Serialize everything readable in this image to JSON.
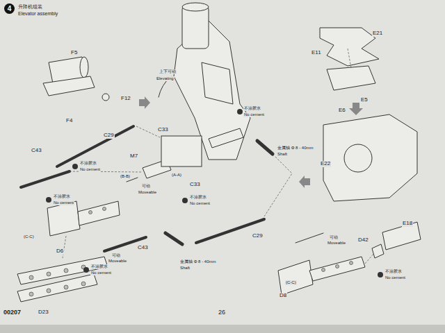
{
  "diagram": {
    "title": "Elevator assembly",
    "nodes": [
      {
        "text": [
          "4"
        ]
      }
    ],
    "labels": [
      "升降机组装",
      "F5",
      "F12",
      "F4",
      "上下可动",
      "Elevating",
      "C33",
      "不涂胶水",
      "No cement",
      "E21",
      "E11",
      "E5",
      "E6",
      "E22",
      "C29",
      "C43",
      "M7",
      "不涂胶水",
      "No cement",
      "(A-A)",
      "(B-B)",
      "可动",
      "Moveable",
      "C33",
      "不涂胶水",
      "No cement",
      "金属轴 Φ 8 - 40mm",
      "Shaft",
      "不涂胶水",
      "No cement",
      "(C-C)",
      "D6",
      "可动",
      "Moveable",
      "C43",
      "不涂胶水",
      "No cement",
      "金属轴 Φ 8 - 40mm",
      "Shaft",
      "C29",
      "D23",
      "可动",
      "Moveable",
      "D42",
      "E18",
      "不涂胶水",
      "No cement",
      "(C-C)",
      "D8",
      "00207",
      "26"
    ]
  }
}
